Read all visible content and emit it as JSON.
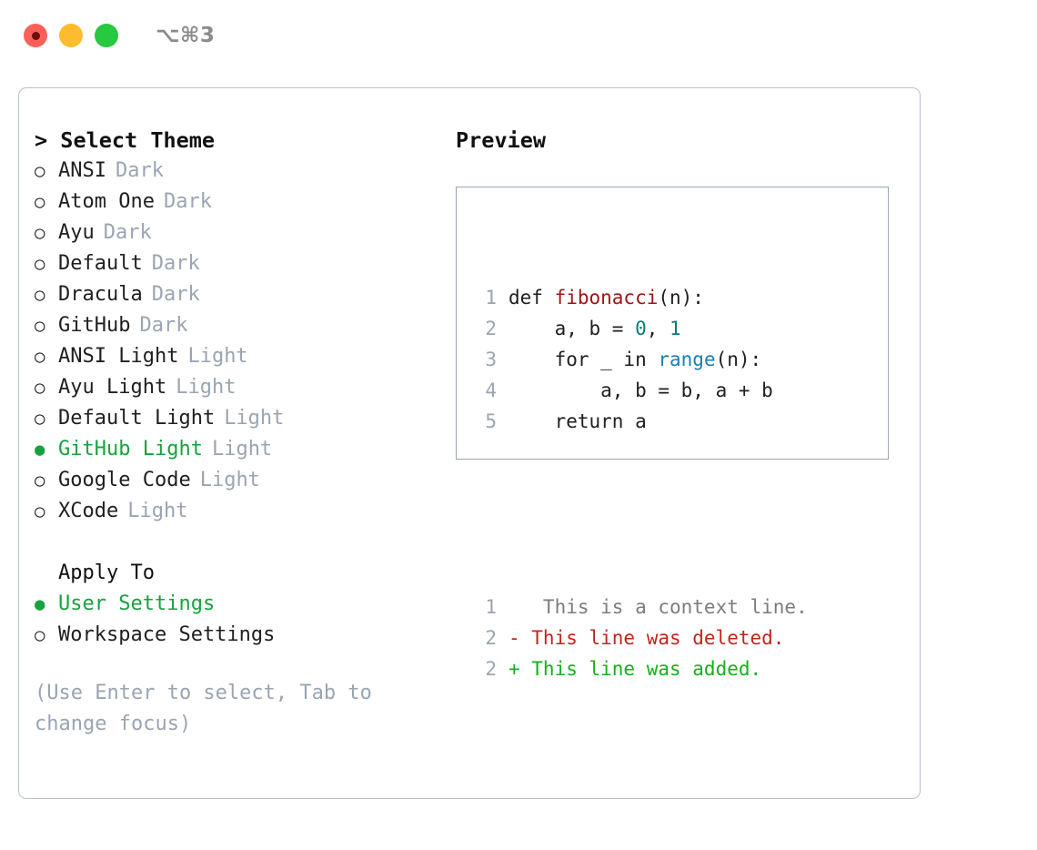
{
  "titlebar": {
    "shortcut": "⌥⌘3",
    "buttons": [
      {
        "name": "close-button",
        "color": "#fc6058"
      },
      {
        "name": "minimize-button",
        "color": "#fdbc2d"
      },
      {
        "name": "maximize-button",
        "color": "#27c93f"
      }
    ]
  },
  "theme_picker": {
    "header": "> Select Theme",
    "options": [
      {
        "bullet": "○",
        "label": "ANSI",
        "tag": "Dark",
        "selected": false
      },
      {
        "bullet": "○",
        "label": "Atom One",
        "tag": "Dark",
        "selected": false
      },
      {
        "bullet": "○",
        "label": "Ayu",
        "tag": "Dark",
        "selected": false
      },
      {
        "bullet": "○",
        "label": "Default",
        "tag": "Dark",
        "selected": false
      },
      {
        "bullet": "○",
        "label": "Dracula",
        "tag": "Dark",
        "selected": false
      },
      {
        "bullet": "○",
        "label": "GitHub",
        "tag": "Dark",
        "selected": false
      },
      {
        "bullet": "○",
        "label": "ANSI Light",
        "tag": "Light",
        "selected": false
      },
      {
        "bullet": "○",
        "label": "Ayu Light",
        "tag": "Light",
        "selected": false
      },
      {
        "bullet": "○",
        "label": "Default Light",
        "tag": "Light",
        "selected": false
      },
      {
        "bullet": "●",
        "label": "GitHub Light",
        "tag": "Light",
        "selected": true
      },
      {
        "bullet": "○",
        "label": "Google Code",
        "tag": "Light",
        "selected": false
      },
      {
        "bullet": "○",
        "label": "XCode",
        "tag": "Light",
        "selected": false
      }
    ]
  },
  "apply_to": {
    "header": "Apply To",
    "options": [
      {
        "bullet": "●",
        "label": "User Settings",
        "selected": true
      },
      {
        "bullet": "○",
        "label": "Workspace Settings",
        "selected": false
      }
    ]
  },
  "hint": "(Use Enter to select, Tab to change focus)",
  "preview": {
    "title": "Preview",
    "code_lines": [
      {
        "no": "1",
        "tokens": [
          {
            "t": "def ",
            "c": "plain"
          },
          {
            "t": "fibonacci",
            "c": "fn"
          },
          {
            "t": "(n):",
            "c": "plain"
          }
        ]
      },
      {
        "no": "2",
        "tokens": [
          {
            "t": "    a, b = ",
            "c": "plain"
          },
          {
            "t": "0",
            "c": "num"
          },
          {
            "t": ", ",
            "c": "plain"
          },
          {
            "t": "1",
            "c": "num"
          }
        ]
      },
      {
        "no": "3",
        "tokens": [
          {
            "t": "    for _ in ",
            "c": "plain"
          },
          {
            "t": "range",
            "c": "call"
          },
          {
            "t": "(n):",
            "c": "plain"
          }
        ]
      },
      {
        "no": "4",
        "tokens": [
          {
            "t": "        a, b = b, a + b",
            "c": "plain"
          }
        ]
      },
      {
        "no": "5",
        "tokens": [
          {
            "t": "    return a",
            "c": "plain"
          }
        ]
      }
    ],
    "diff_lines": [
      {
        "no": "1",
        "marker": " ",
        "text": "  This is a context line.",
        "kind": "ctx"
      },
      {
        "no": "2",
        "marker": "-",
        "text": " This line was deleted.",
        "kind": "del"
      },
      {
        "no": "2",
        "marker": "+",
        "text": " This line was added.",
        "kind": "add"
      }
    ]
  },
  "colors": {
    "accent_green": "#16a33f",
    "muted": "#9aa5b1",
    "fn_red": "#a31515",
    "num_teal": "#0f7b7b",
    "call_blue": "#1a7fb5",
    "diff_delete": "#c0271a",
    "diff_add": "#11b318",
    "border": "#b7bfcb"
  }
}
